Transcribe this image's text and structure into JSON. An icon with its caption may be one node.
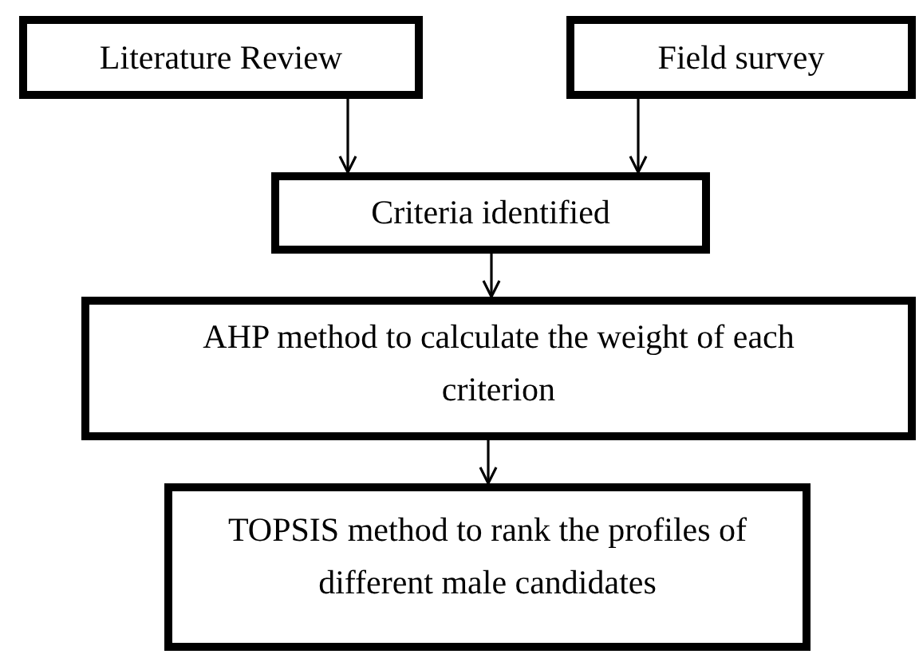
{
  "diagram": {
    "nodes": [
      {
        "text": [
          "Literature Review"
        ]
      },
      {
        "text": [
          "Field survey"
        ]
      },
      {
        "text": [
          "Criteria identified"
        ]
      },
      {
        "text": [
          "AHP method to calculate the weight of each criterion"
        ]
      },
      {
        "text": [
          "TOPSIS method to rank the profiles of different male candidates"
        ]
      }
    ],
    "edges": [
      {
        "from": 0,
        "to": 2,
        "arrow": "to"
      },
      {
        "from": 1,
        "to": 2,
        "arrow": "to"
      },
      {
        "from": 2,
        "to": 3,
        "arrow": "to"
      },
      {
        "from": 3,
        "to": 4,
        "arrow": "to"
      }
    ]
  }
}
